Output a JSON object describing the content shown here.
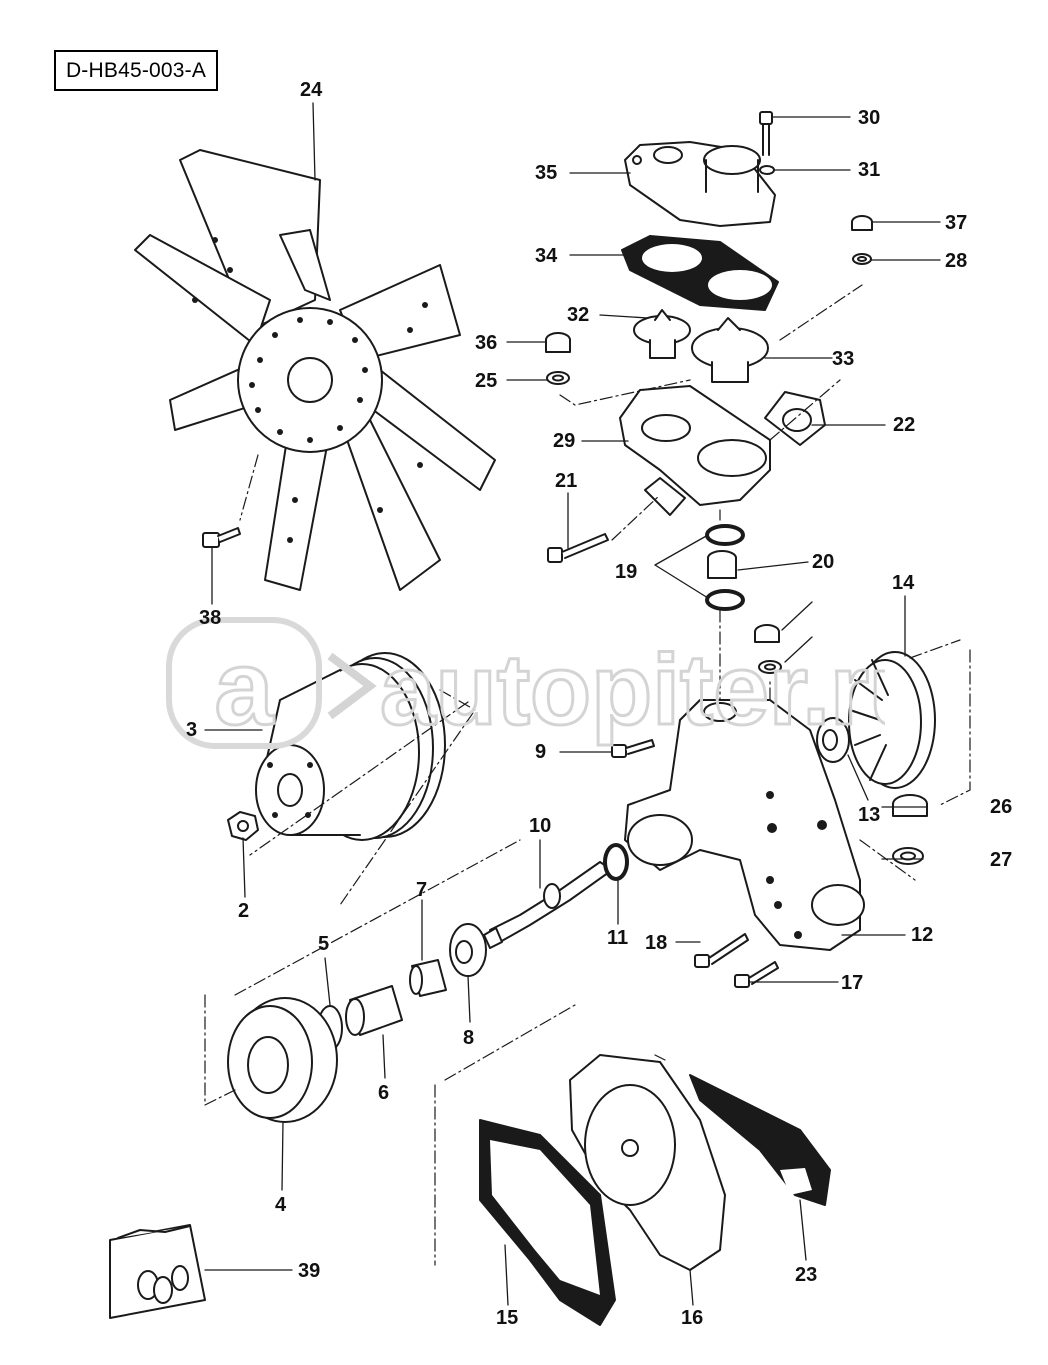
{
  "diagram": {
    "code": "D-HB45-003-A",
    "watermark": "autopiter.ru",
    "watermark_badge": "a",
    "colors": {
      "line": "#1a1a1a",
      "fill": "#ffffff",
      "watermark": "#d9d9d9"
    },
    "callouts": [
      "24",
      "30",
      "31",
      "35",
      "37",
      "28",
      "34",
      "32",
      "36",
      "25",
      "33",
      "22",
      "29",
      "21",
      "20",
      "19",
      "14",
      "3",
      "9",
      "26",
      "13",
      "27",
      "2",
      "10",
      "11",
      "12",
      "18",
      "17",
      "7",
      "5",
      "8",
      "6",
      "4",
      "39",
      "15",
      "16",
      "23",
      "38"
    ]
  }
}
